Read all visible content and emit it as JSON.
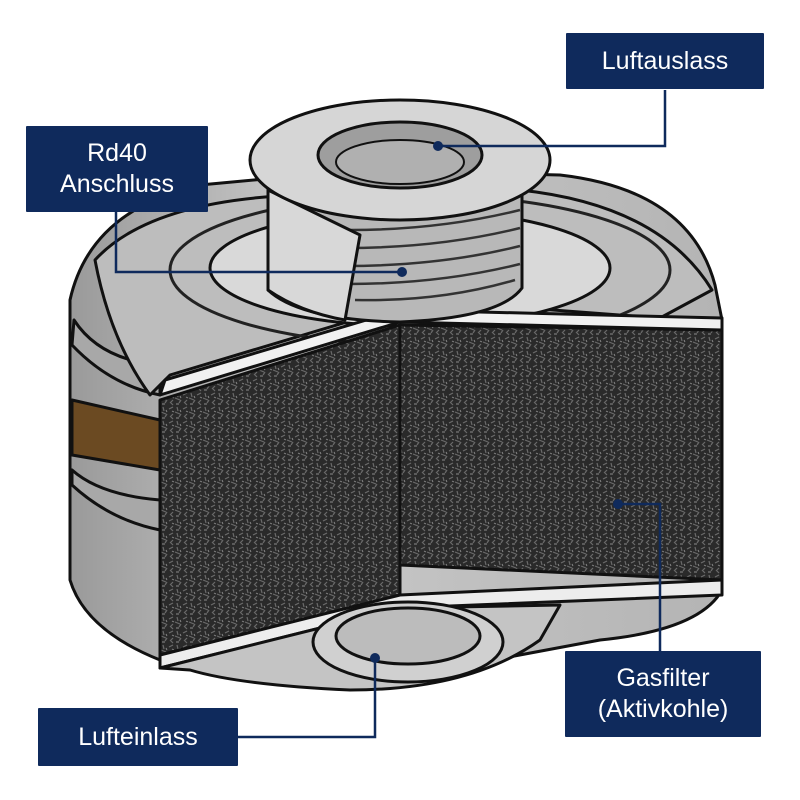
{
  "labels": {
    "outlet": "Luftauslass",
    "connector_line1": "Rd40",
    "connector_line2": "Anschluss",
    "inlet": "Lufteinlass",
    "filter_line1": "Gasfilter",
    "filter_line2": "(Aktivkohle)"
  },
  "colors": {
    "label_bg": "#0f2a5c",
    "label_text": "#ffffff",
    "leader": "#0f2a5c",
    "metal": "#c6c6c6",
    "carbon": "#2b2b2b",
    "band": "#6b4a22"
  }
}
